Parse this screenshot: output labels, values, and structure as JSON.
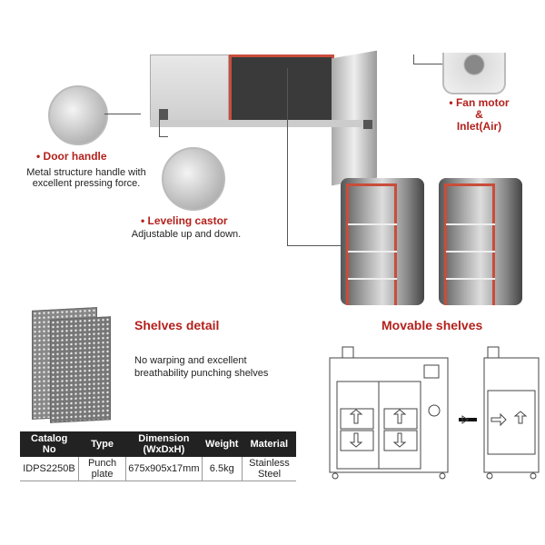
{
  "features": {
    "door_handle": {
      "title": "Door handle",
      "desc": "Metal structure handle with excellent pressing force."
    },
    "leveling_castor": {
      "title": "Leveling castor",
      "desc": "Adjustable up and down."
    },
    "fan_motor": {
      "title": "Fan motor",
      "amp": "&",
      "title2": "Inlet(Air)"
    }
  },
  "shelves_detail": {
    "title": "Shelves detail",
    "desc_line1": "No warping and excellent",
    "desc_line2": "breathability punching shelves"
  },
  "movable_shelves": {
    "title": "Movable shelves"
  },
  "table": {
    "headers": [
      "Catalog No",
      "Type",
      "Dimension (WxDxH)",
      "Weight",
      "Material"
    ],
    "rows": [
      [
        "IDPS2250B",
        "Punch plate",
        "675x905x17mm",
        "6.5kg",
        "Stainless Steel"
      ]
    ]
  },
  "colors": {
    "accent": "#b3211c",
    "table_header": "#222222"
  }
}
